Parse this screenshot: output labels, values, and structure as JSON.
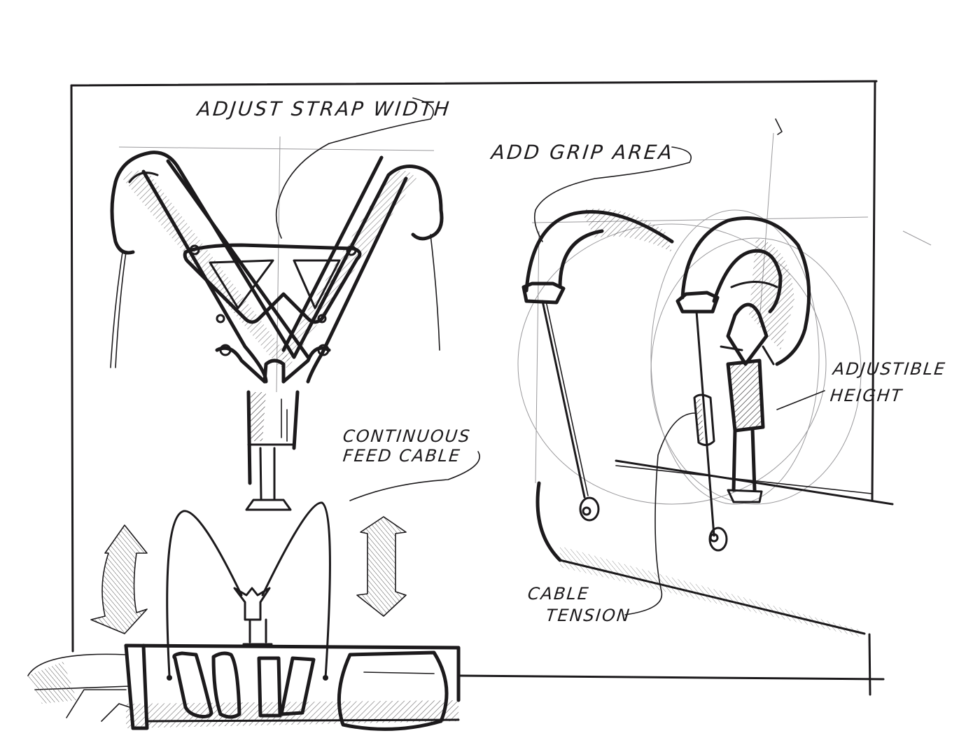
{
  "sketch": {
    "paper_color": "#ffffff",
    "ink_color": "#1c1a1c",
    "annotations": {
      "adjust_strap_width": "ADJUST STRAP WIDTH",
      "add_grip_area": "ADD GRIP AREA",
      "adjustible_height_line1": "ADJUSTIBLE",
      "adjustible_height_line2": "HEIGHT",
      "continuous_line1": "CONTINUOUS",
      "continuous_line2": "FEED CABLE",
      "cable_tension_line1": "CABLE",
      "cable_tension_line2": "TENSION"
    }
  }
}
